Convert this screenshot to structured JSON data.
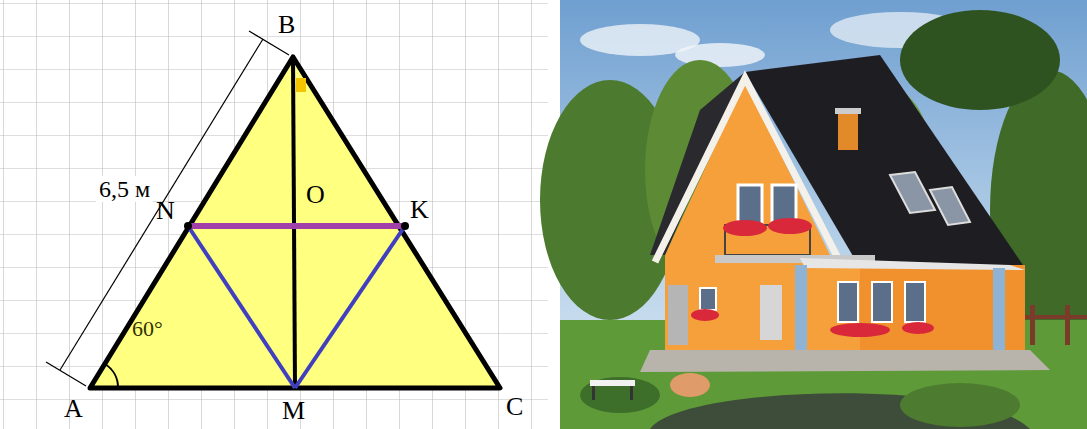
{
  "diagram": {
    "labels": [
      "B",
      "6,5 м",
      "N",
      "O",
      "K",
      "60°",
      "A",
      "M",
      "C"
    ]
  }
}
